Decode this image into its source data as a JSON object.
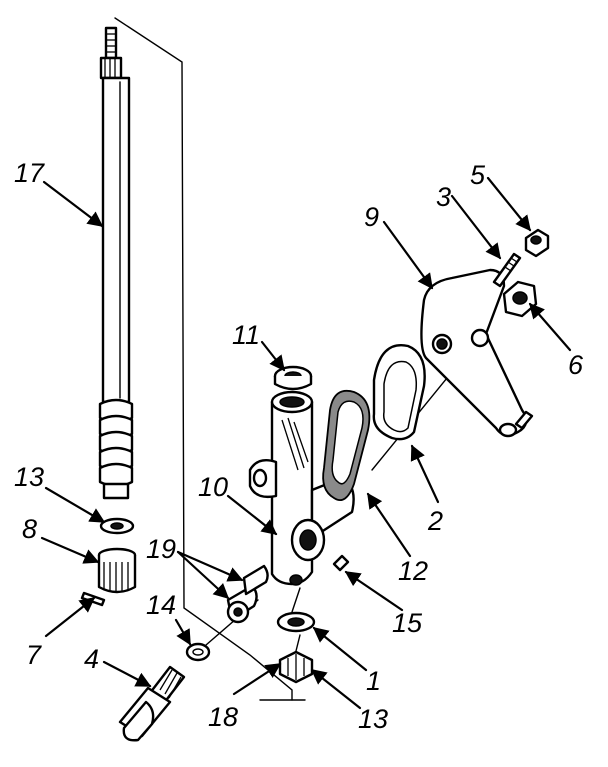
{
  "callouts": [
    {
      "id": "c17",
      "text": "17"
    },
    {
      "id": "c13a",
      "text": "13"
    },
    {
      "id": "c8",
      "text": "8"
    },
    {
      "id": "c7",
      "text": "7"
    },
    {
      "id": "c4",
      "text": "4"
    },
    {
      "id": "c14",
      "text": "14"
    },
    {
      "id": "c19",
      "text": "19"
    },
    {
      "id": "c10",
      "text": "10"
    },
    {
      "id": "c11",
      "text": "11"
    },
    {
      "id": "c9",
      "text": "9"
    },
    {
      "id": "c3",
      "text": "3"
    },
    {
      "id": "c5",
      "text": "5"
    },
    {
      "id": "c6",
      "text": "6"
    },
    {
      "id": "c2",
      "text": "2"
    },
    {
      "id": "c12",
      "text": "12"
    },
    {
      "id": "c15",
      "text": "15"
    },
    {
      "id": "c1",
      "text": "1"
    },
    {
      "id": "c18",
      "text": "18"
    },
    {
      "id": "c13b",
      "text": "13"
    }
  ]
}
